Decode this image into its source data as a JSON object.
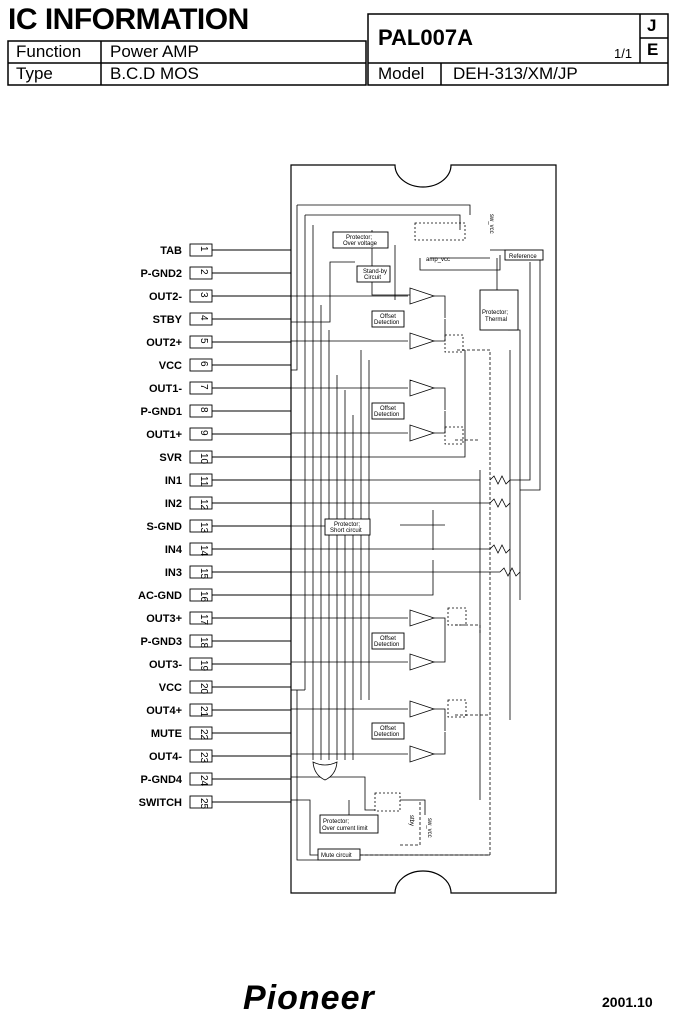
{
  "header": {
    "title": "IC INFORMATION",
    "function_label": "Function",
    "function_value": "Power AMP",
    "type_label": "Type",
    "type_value": "B.C.D MOS",
    "part_number": "PAL007A",
    "page": "1/1",
    "lang_j": "J",
    "lang_e": "E",
    "model_label": "Model",
    "model_value": "DEH-313/XM/JP"
  },
  "pins": [
    {
      "num": "1",
      "label": "TAB"
    },
    {
      "num": "2",
      "label": "P-GND2"
    },
    {
      "num": "3",
      "label": "OUT2-"
    },
    {
      "num": "4",
      "label": "STBY"
    },
    {
      "num": "5",
      "label": "OUT2+"
    },
    {
      "num": "6",
      "label": "VCC"
    },
    {
      "num": "7",
      "label": "OUT1-"
    },
    {
      "num": "8",
      "label": "P-GND1"
    },
    {
      "num": "9",
      "label": "OUT1+"
    },
    {
      "num": "10",
      "label": "SVR"
    },
    {
      "num": "11",
      "label": "IN1"
    },
    {
      "num": "12",
      "label": "IN2"
    },
    {
      "num": "13",
      "label": "S-GND"
    },
    {
      "num": "14",
      "label": "IN4"
    },
    {
      "num": "15",
      "label": "IN3"
    },
    {
      "num": "16",
      "label": "AC-GND"
    },
    {
      "num": "17",
      "label": "OUT3+"
    },
    {
      "num": "18",
      "label": "P-GND3"
    },
    {
      "num": "19",
      "label": "OUT3-"
    },
    {
      "num": "20",
      "label": "VCC"
    },
    {
      "num": "21",
      "label": "OUT4+"
    },
    {
      "num": "22",
      "label": "MUTE"
    },
    {
      "num": "23",
      "label": "OUT4-"
    },
    {
      "num": "24",
      "label": "P-GND4"
    },
    {
      "num": "25",
      "label": "SWITCH"
    }
  ],
  "blocks": {
    "protector_ov_1": "Protector;",
    "protector_ov_2": "Over voltage",
    "standby_1": "Stand-by",
    "standby_2": "Circuit",
    "reference": "Reference",
    "amp_vcc": "amp_vcc",
    "sw_vcc": "sw_vcc",
    "thermal_1": "Protector;",
    "thermal_2": "Thermal",
    "offset1_1": "Offset",
    "offset1_2": "Detection",
    "offset2_1": "Offset",
    "offset2_2": "Detection",
    "short_1": "Protector;",
    "short_2": "Short circuit",
    "offset3_1": "Offset",
    "offset3_2": "Detection",
    "offset4_1": "Offset",
    "offset4_2": "Detection",
    "overcurrent_1": "Protector;",
    "overcurrent_2": "Over current limit",
    "mute": "Mute circuit",
    "stby_small": "stby"
  },
  "footer": {
    "brand": "Pioneer",
    "date": "2001.10"
  }
}
